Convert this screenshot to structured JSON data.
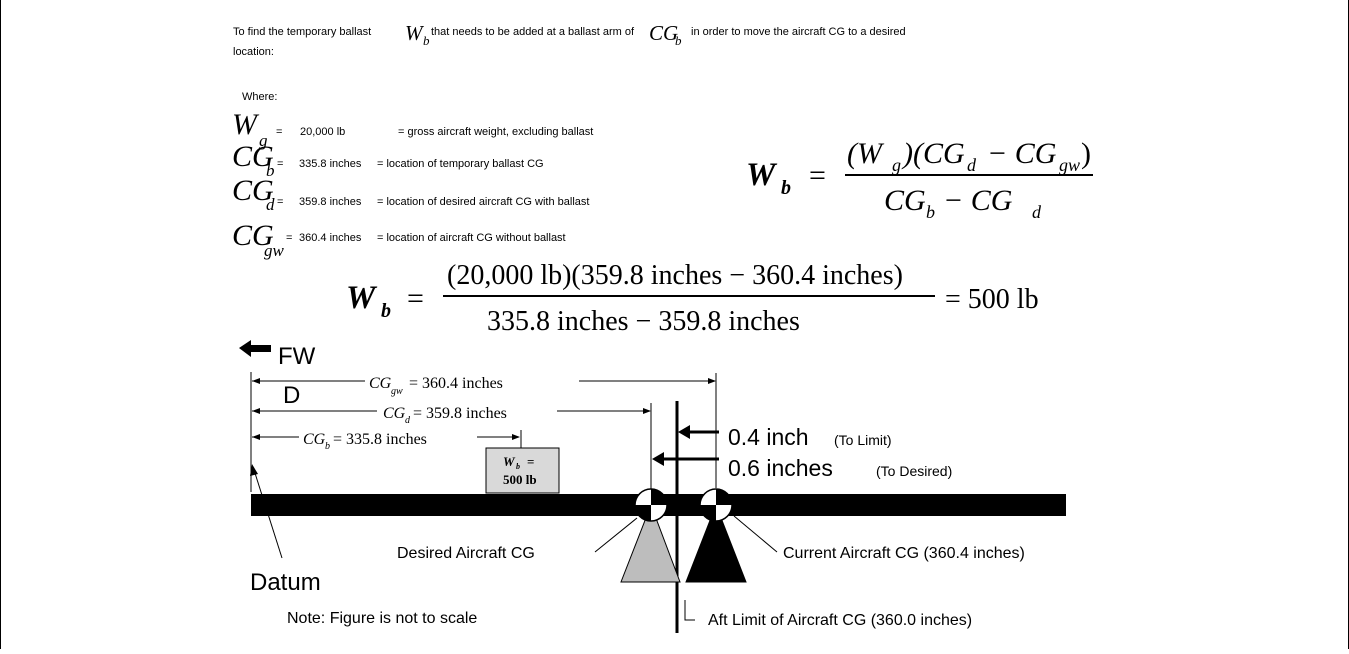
{
  "intro": {
    "part1": "To find the temporary ballast",
    "wb_main": "W",
    "wb_sub": "b",
    "part2": "that needs to be added at a ballast arm of",
    "cgb_main": "CG",
    "cgb_sub": "b",
    "part3": "in order to move the aircraft CG to a desired",
    "line2": "location:"
  },
  "where_label": "Where:",
  "variables": [
    {
      "sym": "W",
      "sub": "g",
      "eq": "=",
      "value": "20,000 lb",
      "desc": "= gross aircraft weight, excluding ballast"
    },
    {
      "sym": "CG",
      "sub": "b",
      "eq": "=",
      "value": "335.8 inches",
      "desc": "= location of temporary ballast CG"
    },
    {
      "sym": "CG",
      "sub": "d",
      "eq": "=",
      "value": "359.8 inches",
      "desc": "= location of desired aircraft CG with ballast"
    },
    {
      "sym": "CG",
      "sub": "gw",
      "eq": "=",
      "value": "360.4 inches",
      "desc": "= location of aircraft CG without ballast"
    }
  ],
  "formula": {
    "lhs_main": "W",
    "lhs_sub": "b",
    "equals": "=",
    "num": {
      "a": "(W",
      "a_sub": "g",
      "b": ")(CG",
      "b_sub": "d",
      "c": "− CG",
      "c_sub": "gw",
      "d": ")"
    },
    "den": {
      "a": "CG",
      "a_sub": "b",
      "b": "− CG",
      "b_sub": "d"
    }
  },
  "calc": {
    "lhs_main": "W",
    "lhs_sub": "b",
    "equals": "=",
    "numerator": "(20,000 lb)(359.8 inches − 360.4 inches)",
    "denominator": "335.8 inches  −  359.8 inches",
    "result": "=  500 lb"
  },
  "diagram": {
    "fwd_label_1": "FW",
    "fwd_label_2": "D",
    "dim_gw": {
      "main": "CG",
      "sub": "gw",
      "text": "= 360.4 inches"
    },
    "dim_d": {
      "main": "CG",
      "sub": "d",
      "text": "= 359.8 inches"
    },
    "dim_b": {
      "main": "CG",
      "sub": "b",
      "text": "= 335.8 inches"
    },
    "ballast_main": "W",
    "ballast_sub": "b",
    "ballast_eq": "=",
    "ballast_weight": "500 lb",
    "to_limit_value": "0.4 inch",
    "to_limit_note": "(To Limit)",
    "to_desired_value": "0.6 inches",
    "to_desired_note": "(To Desired)",
    "datum_label": "Datum",
    "desired_cg_label": "Desired Aircraft CG",
    "current_cg_label": "Current Aircraft CG (360.4 inches)",
    "aft_limit_label": "Aft Limit of Aircraft CG (360.0 inches)",
    "note": "Note: Figure is not to scale",
    "colors": {
      "beam": "#000000",
      "desired_fulcrum": "#bdbdbd",
      "current_fulcrum": "#000000",
      "ballast_box": "#d9d9d9"
    }
  }
}
